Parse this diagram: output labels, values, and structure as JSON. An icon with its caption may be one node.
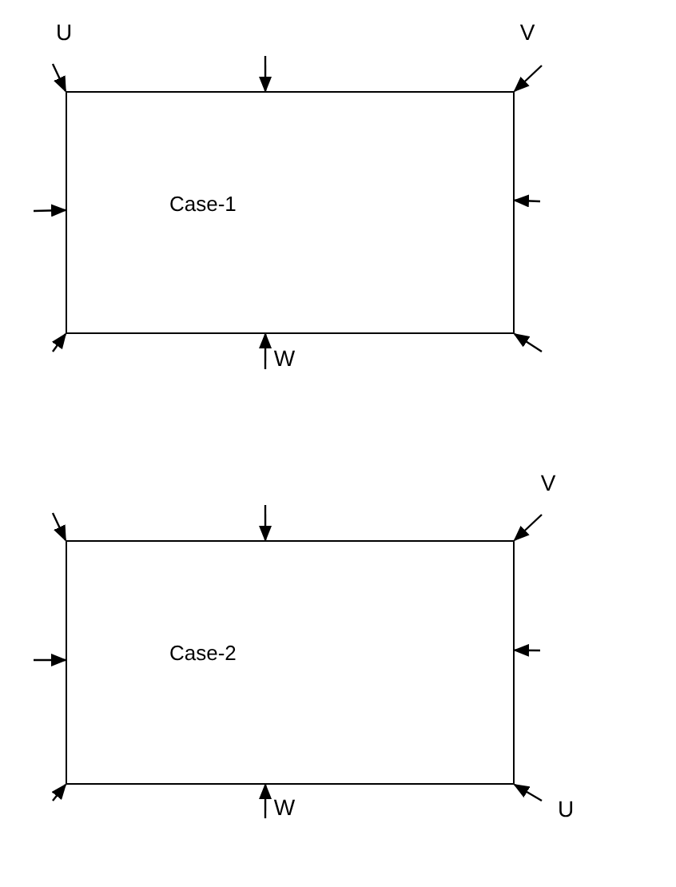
{
  "diagram": {
    "nodes": [
      {
        "text": [
          "Case-1"
        ]
      },
      {
        "text": [
          "Case-2"
        ]
      }
    ],
    "edges": [
      {
        "from": null,
        "to": 0,
        "arrow": "to",
        "label": "U"
      },
      {
        "from": null,
        "to": 0,
        "arrow": "to"
      },
      {
        "from": null,
        "to": 0,
        "arrow": "to",
        "label": "V"
      },
      {
        "from": null,
        "to": 0,
        "arrow": "to"
      },
      {
        "from": null,
        "to": 0,
        "arrow": "to"
      },
      {
        "from": null,
        "to": 0,
        "arrow": "to"
      },
      {
        "from": null,
        "to": 0,
        "arrow": "to",
        "label": "W"
      },
      {
        "from": null,
        "to": 0,
        "arrow": "to"
      },
      {
        "from": null,
        "to": 1,
        "arrow": "to"
      },
      {
        "from": null,
        "to": 1,
        "arrow": "to"
      },
      {
        "from": null,
        "to": 1,
        "arrow": "to",
        "label": "V"
      },
      {
        "from": null,
        "to": 1,
        "arrow": "to"
      },
      {
        "from": null,
        "to": 1,
        "arrow": "to"
      },
      {
        "from": null,
        "to": 1,
        "arrow": "to"
      },
      {
        "from": null,
        "to": 1,
        "arrow": "to",
        "label": "W"
      },
      {
        "from": null,
        "to": 1,
        "arrow": "to",
        "label": "U"
      }
    ]
  }
}
